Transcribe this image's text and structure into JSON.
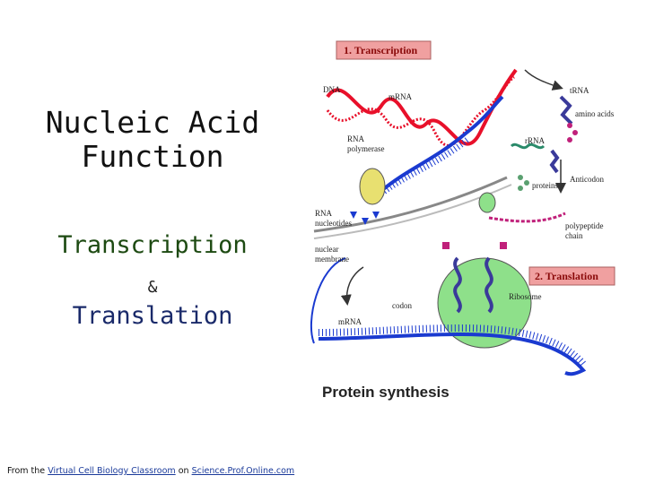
{
  "slide": {
    "title_line1": "Nucleic Acid",
    "title_line2": "Function",
    "subtitle1": "Transcription",
    "ampersand": "&",
    "subtitle2": "Translation"
  },
  "credit": {
    "prefix": "From the",
    "link1": "Virtual Cell Biology Classroom",
    "middle": "on",
    "link2": "Science.Prof.Online.com"
  },
  "diagram": {
    "box1": "1. Transcription",
    "box2": "2. Translation",
    "caption": "Protein synthesis",
    "labels": {
      "dna": "DNA",
      "mrna_top": "mRNA",
      "rna_polymerase_1": "RNA",
      "rna_polymerase_2": "polymerase",
      "rna_nucleotides_1": "RNA",
      "rna_nucleotides_2": "nucleotides",
      "nuclear_membrane_1": "nuclear",
      "nuclear_membrane_2": "membrane",
      "trna": "tRNA",
      "amino_acids": "amino acids",
      "rrna": "rRNA",
      "proteins": "proteins",
      "anticodon": "Anticodon",
      "polypeptide_1": "polypeptide",
      "polypeptide_2": "chain",
      "ribosome": "Ribosome",
      "codon": "codon",
      "mrna_bottom": "mRNA"
    },
    "colors": {
      "dna": "#e8102a",
      "mrna": "#1a3ad0",
      "ribosome": "#8ee08a",
      "polymerase": "#e8e070",
      "box_fill": "#f0a0a0",
      "trna": "#3a3a9a",
      "amino_acid": "#c0207a"
    }
  }
}
